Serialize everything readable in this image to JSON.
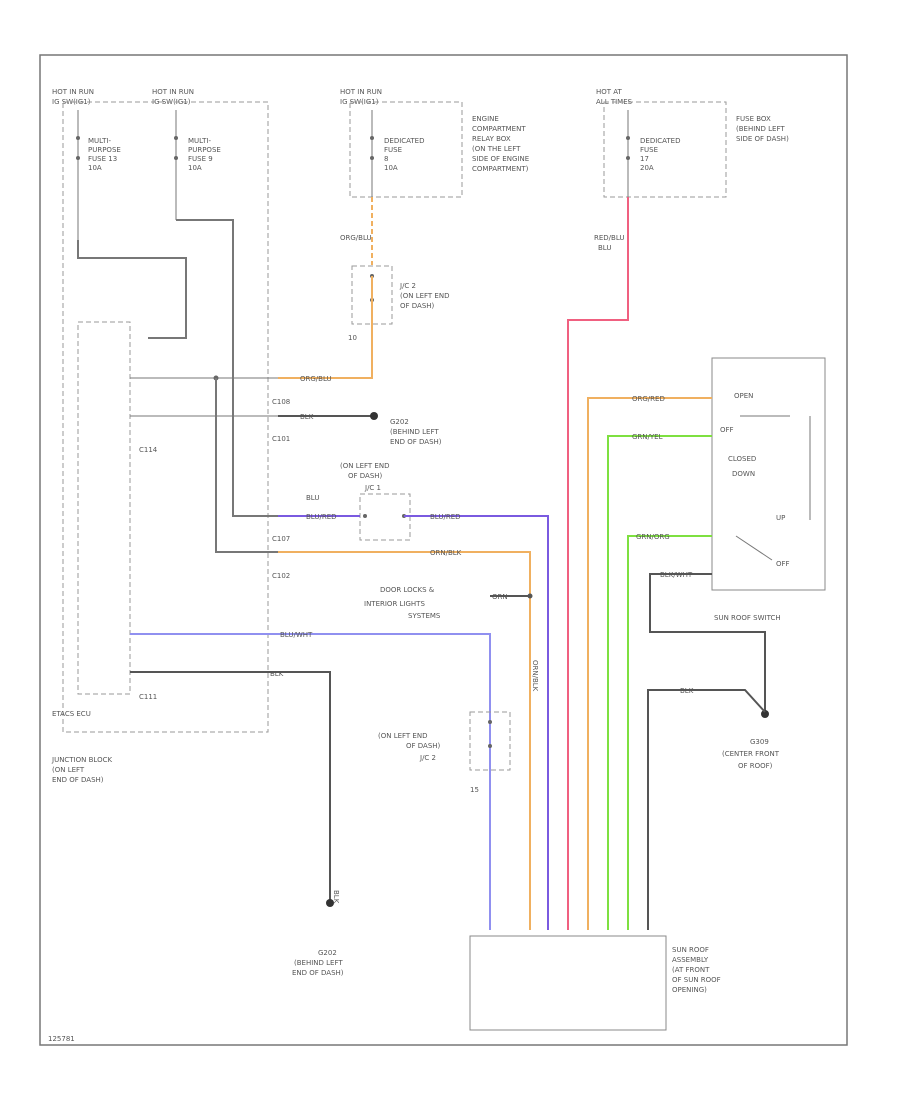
{
  "power": {
    "hot_run_1": "HOT IN RUN",
    "hot_run_2": "HOT IN RUN",
    "hot_run_3": "HOT IN RUN",
    "hot_at_all": "HOT AT",
    "all_times": "ALL TIMES"
  },
  "fuses": {
    "f1_l1": "MULTI-",
    "f1_l2": "PURPOSE",
    "f1_l3": "FUSE 13",
    "f1_l4": "10A",
    "f2_l1": "MULTI-",
    "f2_l2": "PURPOSE",
    "f2_l3": "FUSE 9",
    "f2_l4": "10A",
    "f3_l1": "DEDICATED",
    "f3_l2": "FUSE",
    "f3_l3": "8",
    "f3_l4": "10A",
    "f4_l1": "DEDICATED",
    "f4_l2": "FUSE",
    "f4_l3": "17",
    "f4_l4": "20A"
  },
  "boxes": {
    "relay_l1": "ENGINE",
    "relay_l2": "COMPARTMENT",
    "relay_l3": "RELAY BOX",
    "relay_l4": "(ON THE LEFT",
    "relay_l5": "SIDE OF ENGINE",
    "relay_l6": "COMPARTMENT)",
    "fusebox_l1": "FUSE BOX",
    "fusebox_l2": "(BEHIND LEFT",
    "fusebox_l3": "SIDE OF DASH)",
    "jb_l1": "JUNCTION BLOCK",
    "jb_l2": "(ON LEFT",
    "jb_l3": "END OF DASH)",
    "etacs": "ETACS ECU",
    "switch": "SUN ROOF SWITCH",
    "assy_l1": "SUN ROOF",
    "assy_l2": "ASSEMBLY",
    "assy_l3": "(AT FRONT",
    "assy_l4": "OF SUN ROOF",
    "assy_l5": "OPENING)"
  },
  "connectors": {
    "c108": "C108",
    "c101": "C101",
    "c107": "C107",
    "c102": "C102",
    "c114": "C114",
    "c111": "C111",
    "jc2_l1": "J/C 2",
    "jc2_l2": "(ON LEFT END",
    "jc2_l3": "OF DASH)",
    "jc2_pin": "10",
    "jc2b_l1": "(ON LEFT END",
    "jc2b_l2": "OF DASH)",
    "jc2b_l3": "J/C 2",
    "jc2b_pin": "15",
    "jc1_l1": "(ON LEFT END",
    "jc1_l2": "OF DASH)",
    "jc1_l3": "J/C 1"
  },
  "grounds": {
    "g202a_l1": "G202",
    "g202a_l2": "(BEHIND LEFT",
    "g202a_l3": "END OF DASH)",
    "g202b_l1": "G202",
    "g202b_l2": "(BEHIND LEFT",
    "g202b_l3": "END OF DASH)",
    "g309_l1": "G309",
    "g309_l2": "(CENTER FRONT",
    "g309_l3": "OF ROOF)"
  },
  "door_locks": {
    "l1": "DOOR LOCKS &",
    "l2": "INTERIOR LIGHTS",
    "l3": "SYSTEMS"
  },
  "wires": {
    "org_blu": "ORG/BLU",
    "red_blu": "RED/BLU",
    "blk_red": "BLU/RED",
    "blk": "BLK",
    "orn_blk": "ORN/BLK",
    "blu_wht": "BLU/WHT",
    "org_red": "ORG/RED",
    "grn_yel": "GRN/YEL",
    "grn_org": "GRN/ORG",
    "blk_wht": "BLK/WHT"
  },
  "switch_labels": {
    "open": "OPEN",
    "off_1": "OFF",
    "closed": "CLOSED",
    "down": "DOWN",
    "up": "UP",
    "off_2": "OFF"
  },
  "diagram_id": "125781",
  "colors": {
    "orange": "#f0b060",
    "pink": "#f06080",
    "purple": "#7a5ae0",
    "green": "#7ee040",
    "gray": "#707070"
  }
}
